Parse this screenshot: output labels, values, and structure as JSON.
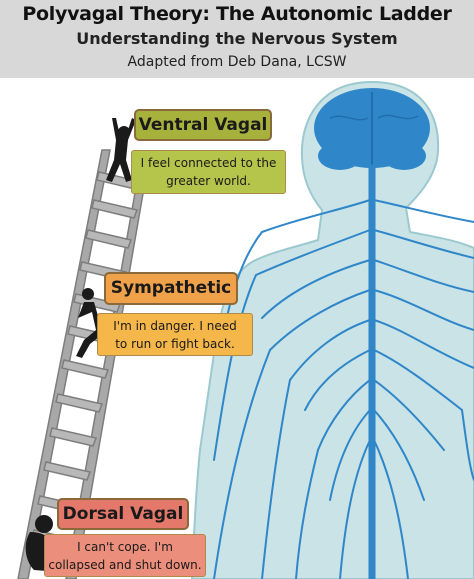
{
  "header": {
    "title": "Polyvagal Theory: The Autonomic Ladder",
    "subtitle": "Understanding the Nervous System",
    "credit": "Adapted from Deb Dana, LCSW"
  },
  "states": [
    {
      "name": "Ventral Vagal",
      "line1": "I feel connected to the",
      "line2": "greater world."
    },
    {
      "name": "Sympathetic",
      "line1": "I'm in danger.  I need",
      "line2": "to run or fight back."
    },
    {
      "name": "Dorsal Vagal",
      "line1": "I can't cope.  I'm",
      "line2": "collapsed and shut down."
    }
  ],
  "colors": {
    "header_bg": "#d8d8d8",
    "ventral_label": "#a7b23c",
    "ventral_desc": "#b5c44a",
    "sympathetic_label": "#f0a24a",
    "sympathetic_desc": "#f5b64a",
    "dorsal_label": "#e4786a",
    "dorsal_desc": "#ec8e7c",
    "body_fill": "#c9e3e6",
    "nerves": "#2f86c9",
    "ladder": "#9e9e9e"
  },
  "icons": [
    "ladder-icon",
    "human-silhouette-icon",
    "brain-icon",
    "climbing-figure-icon",
    "sitting-figure-icon"
  ]
}
